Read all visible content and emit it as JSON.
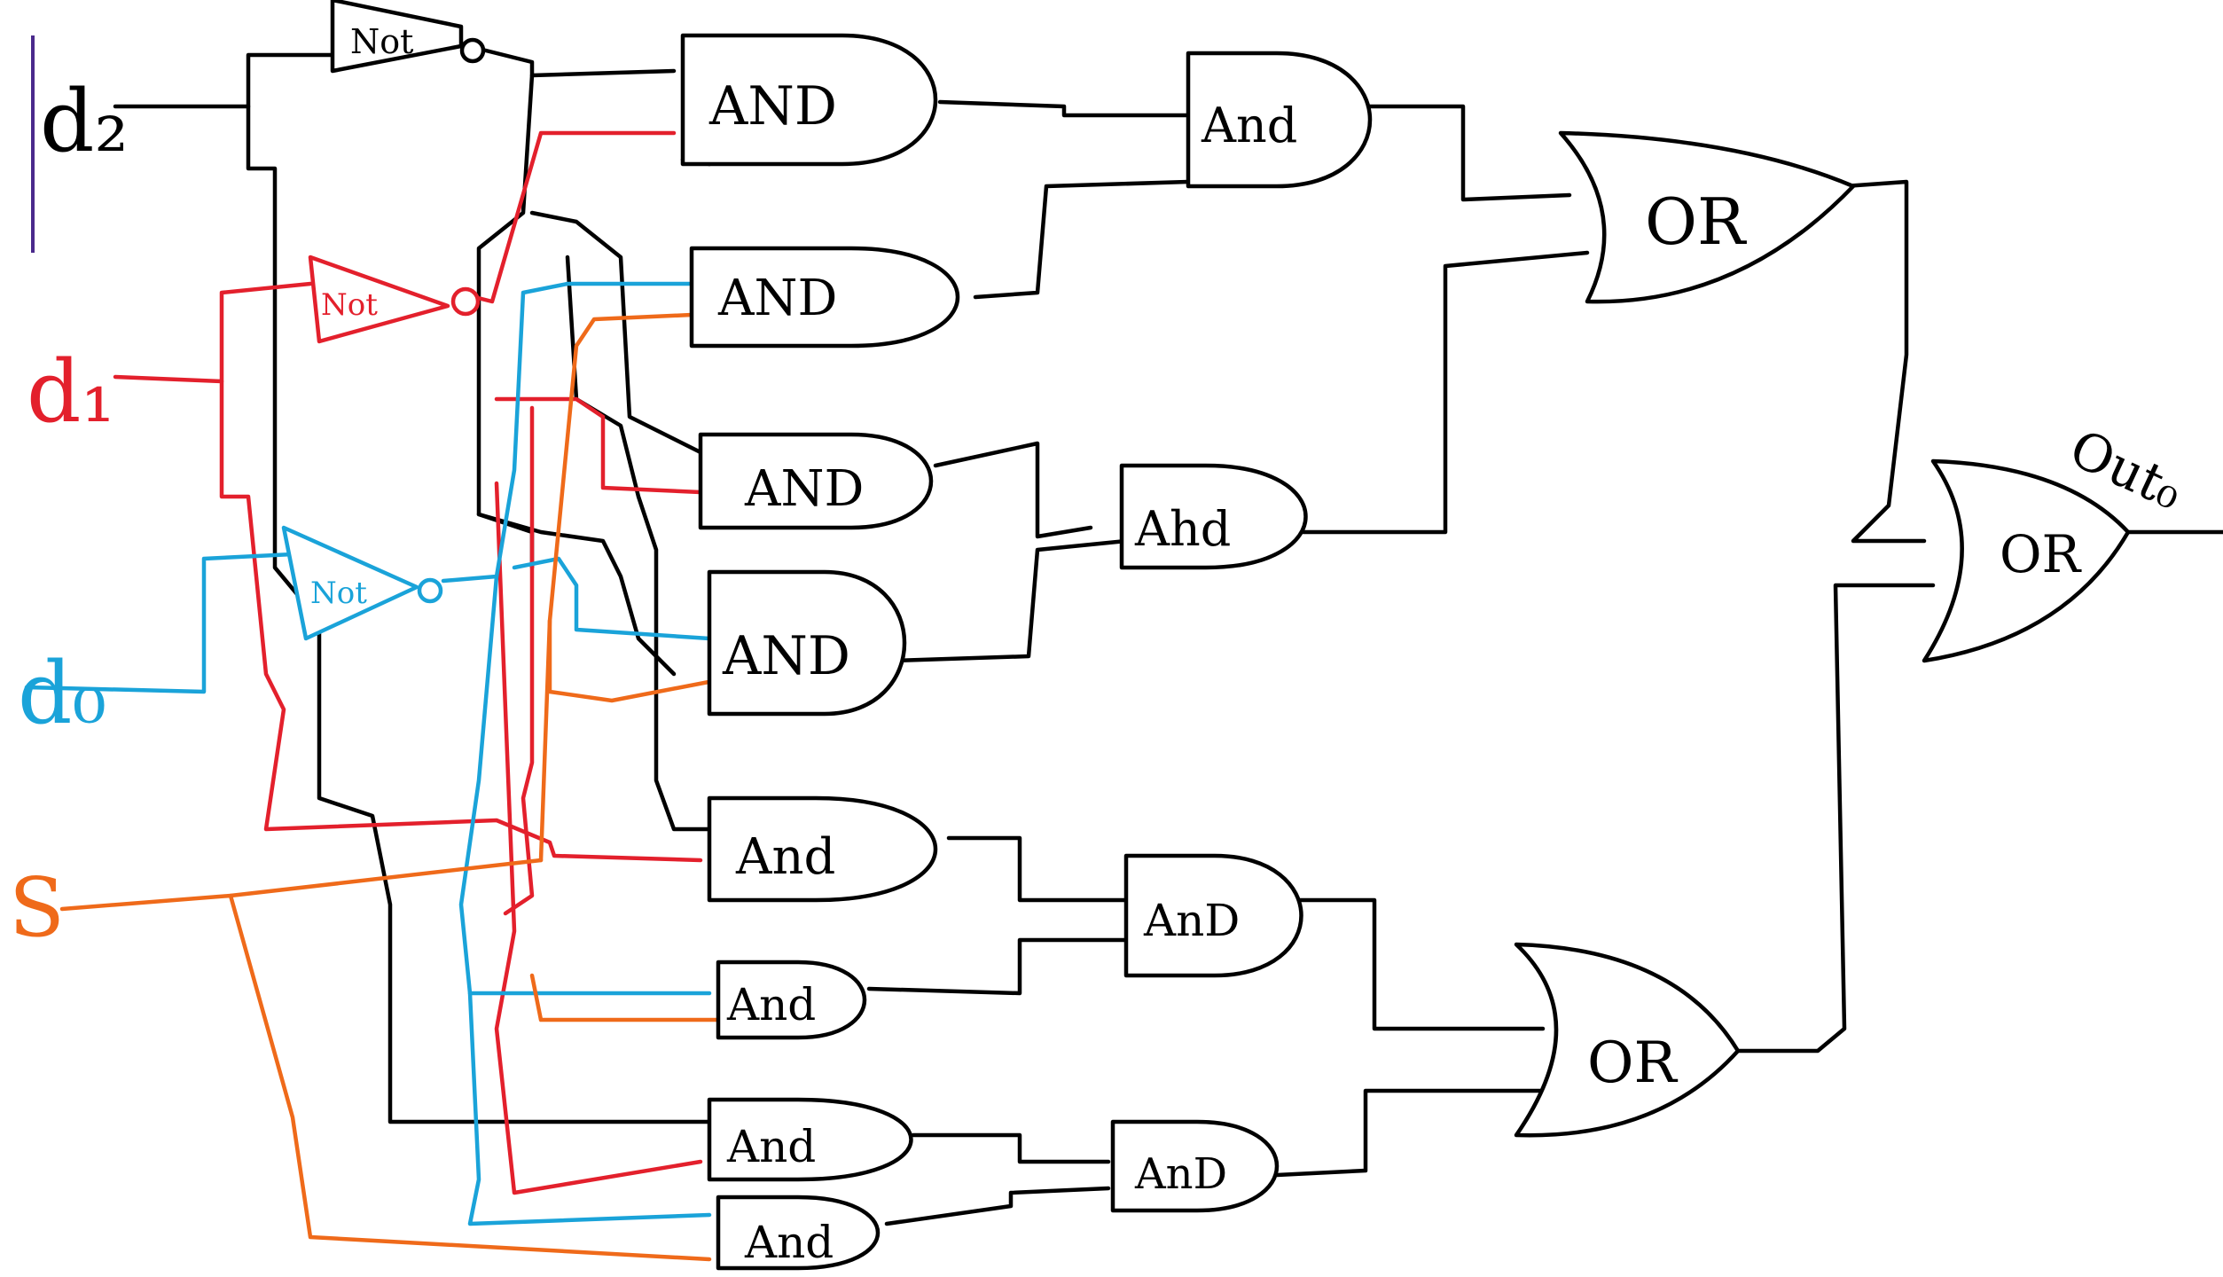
{
  "colors": {
    "black": "#000000",
    "red": "#e3202c",
    "blue": "#1aa3d9",
    "orange": "#ef6a1a",
    "purple": "#4b2a8c"
  },
  "inputs": {
    "d2": "d₂",
    "d1": "d₁",
    "d0": "d₀",
    "s": "S"
  },
  "not_gates": [
    "Not",
    "Not",
    "Not"
  ],
  "and_level1": [
    "AND",
    "AND",
    "AND",
    "AND",
    "And",
    "And",
    "And",
    "And"
  ],
  "and_level2": [
    "And",
    "Ahd",
    "AnD",
    "AnD"
  ],
  "or_level3": [
    "OR",
    "OR"
  ],
  "or_final": "OR",
  "output": "Out₀"
}
